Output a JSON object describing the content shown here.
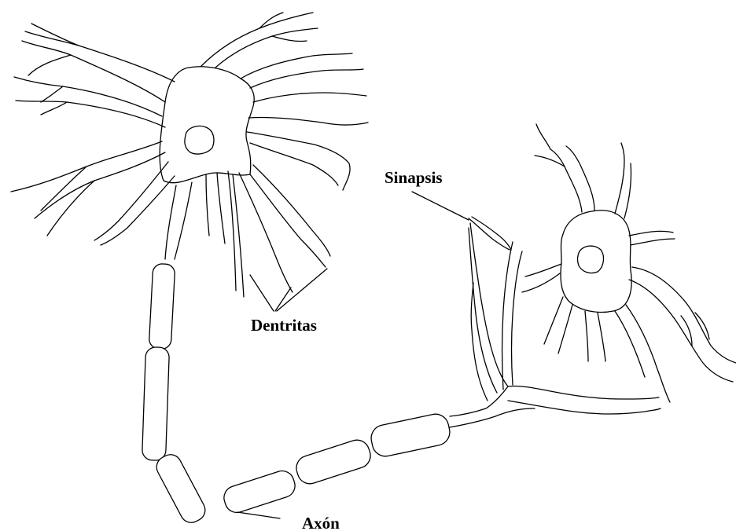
{
  "labels": {
    "dendrites": "Dentritas",
    "synapse": "Sinapsis",
    "axon": "Axón"
  }
}
